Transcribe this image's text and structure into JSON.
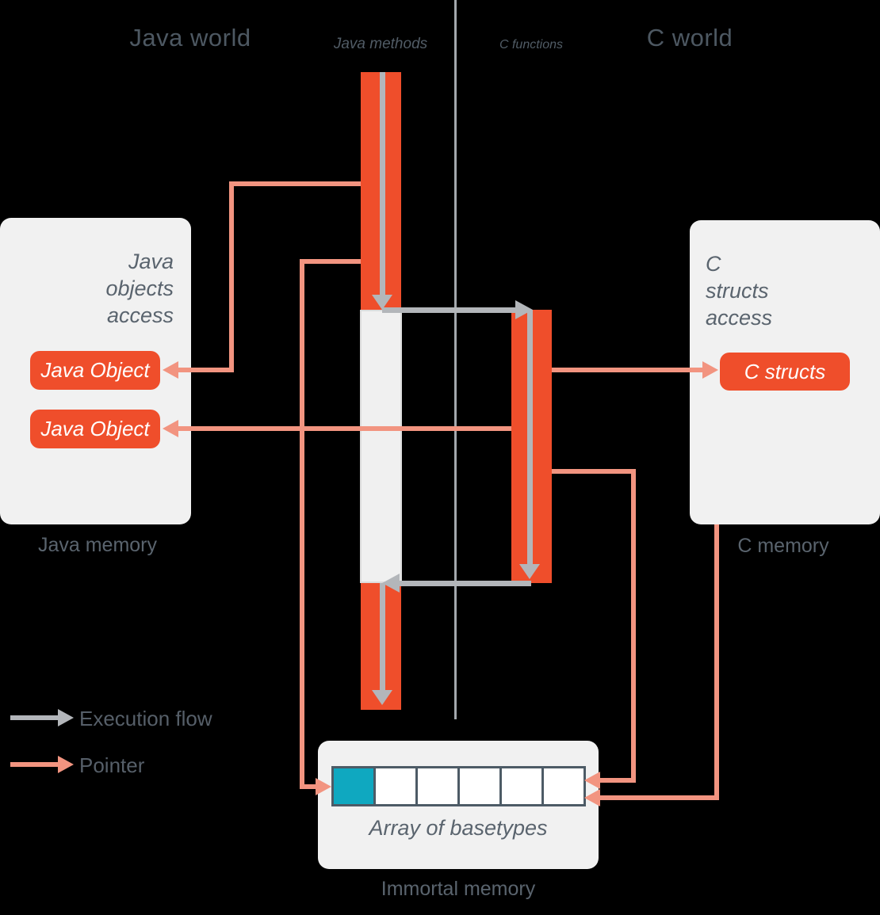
{
  "titles": {
    "java_world": "Java world",
    "c_world": "C world"
  },
  "columns": {
    "java_methods": "Java methods",
    "c_functions": "C functions"
  },
  "java_memory": {
    "caption": "Java memory",
    "access_lines": [
      "Java",
      "objects",
      "access"
    ],
    "objects": [
      "Java Object",
      "Java Object"
    ]
  },
  "c_memory": {
    "caption": "C memory",
    "access_lines": [
      "C",
      "structs",
      "access"
    ],
    "struct_box": "C structs"
  },
  "immortal_memory": {
    "caption": "Immortal memory",
    "array_label": "Array of basetypes",
    "cell_count": 6,
    "filled_cells": 1
  },
  "legend": {
    "execution_flow": "Execution flow",
    "pointer": "Pointer"
  },
  "colors": {
    "bar_orange": "#ef4e2b",
    "pointer_salmon": "#f29480",
    "execution_gray": "#b3b6ba",
    "divider_gray": "#a3a8ad",
    "panel_gray": "#f1f1f1",
    "array_fill_teal": "#0fa8c0",
    "array_border": "#4d5b66",
    "text_gray": "#5a646e",
    "background": "#000000"
  }
}
